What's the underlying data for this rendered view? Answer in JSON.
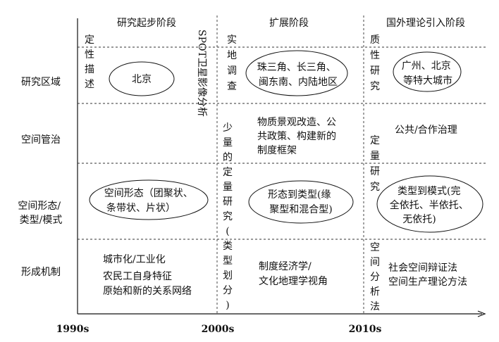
{
  "colors": {
    "ink": "#111111",
    "background": "#ffffff"
  },
  "stages": [
    {
      "label": "研究起步阶段"
    },
    {
      "label": "扩展阶段"
    },
    {
      "label": "国外理论引入阶段"
    }
  ],
  "rows": [
    {
      "label": "研究区域"
    },
    {
      "label": "空间管治"
    },
    {
      "label": "空间形态/类型/模式",
      "lines": [
        "空间形态/",
        "类型/模式"
      ]
    }
  ],
  "rows_extra": [
    {
      "label": "形成机制"
    }
  ],
  "years": [
    "1990s",
    "2000s",
    "2010s"
  ],
  "methods": {
    "qualitative_desc": "定性描述",
    "spot_analysis": "SPOT卫星影像分析",
    "field_survey": "实地调查",
    "quant_classification": "少量的定量研究(类型划分)",
    "qualitative_research": "质性研究",
    "quantitative_research": "定量研究",
    "spatial_analysis": "空间分析法"
  },
  "cells": {
    "region_1": "北京",
    "region_2": [
      "珠三角、长三角、",
      "闽东南、内陆地区"
    ],
    "region_3": [
      "广州、北京",
      "等特大城市"
    ],
    "gov_2": [
      "物质景观改造、公",
      "共政策、构建新的",
      "制度框架"
    ],
    "gov_3": "公共/合作治理",
    "form_1": [
      "空间形态（团聚状、",
      "条带状、片状）"
    ],
    "form_2": [
      "形态到类型(缘",
      "聚型和混合型)"
    ],
    "form_3": [
      "类型到模式(完",
      "全依托、半依托、",
      "无依托)"
    ],
    "mech_1": [
      "城市化/工业化",
      "农民工自身特征",
      "原始和新的关系网络"
    ],
    "mech_2": [
      "制度经济学/",
      "文化地理学视角"
    ],
    "mech_3": [
      "社会空间辩证法",
      "空间生产理论方法"
    ]
  }
}
